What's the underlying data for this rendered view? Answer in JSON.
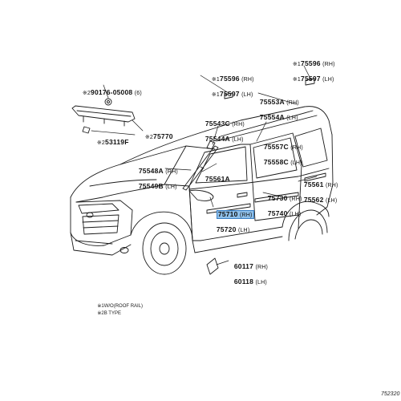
{
  "figure_code": "752320",
  "labels": {
    "p90176": {
      "mark": "※2",
      "part": "90176-05008",
      "suffix": "(6)"
    },
    "p53119f": {
      "mark": "※2",
      "part": "53119F",
      "suffix": ""
    },
    "p75770": {
      "mark": "※2",
      "part": "75770",
      "suffix": ""
    },
    "p75596a": {
      "mark": "※1",
      "part": "75596",
      "suffix": "(RH)"
    },
    "p75597a": {
      "mark": "※1",
      "part": "75597",
      "suffix": "(LH)"
    },
    "p75596b": {
      "mark": "※1",
      "part": "75596",
      "suffix": "(RH)"
    },
    "p75597b": {
      "mark": "※1",
      "part": "75597",
      "suffix": "(LH)"
    },
    "p75553a": {
      "part": "75553A",
      "suffix": "(RH)"
    },
    "p75554a": {
      "part": "75554A",
      "suffix": "(LH)"
    },
    "p75543c": {
      "part": "75543C",
      "suffix": "(RH)"
    },
    "p75544a": {
      "part": "75544A",
      "suffix": "(LH)"
    },
    "p75557c": {
      "part": "75557C",
      "suffix": "(RH)"
    },
    "p75558c": {
      "part": "75558C",
      "suffix": "(LH)"
    },
    "p75548a": {
      "part": "75548A",
      "suffix": "(RH)"
    },
    "p75549b": {
      "part": "75549B",
      "suffix": "(LH)"
    },
    "p75561a": {
      "part": "75561A",
      "suffix": ""
    },
    "p75561": {
      "part": "75561",
      "suffix": "(RH)"
    },
    "p75562": {
      "part": "75562",
      "suffix": "(LH)"
    },
    "p75730": {
      "part": "75730",
      "suffix": "(RH)"
    },
    "p75740": {
      "part": "75740",
      "suffix": "(LH)"
    },
    "p75710": {
      "part": "75710",
      "suffix": "(RH)"
    },
    "p75720": {
      "part": "75720",
      "suffix": "(LH)"
    },
    "p60117": {
      "part": "60117",
      "suffix": "(RH)"
    },
    "p60118": {
      "part": "60118",
      "suffix": "(LH)"
    }
  },
  "footnotes": [
    {
      "mark": "※1",
      "text": "W/O(ROOF RAIL)"
    },
    {
      "mark": "※2",
      "text": "B TYPE"
    }
  ],
  "colors": {
    "line": "#1a1a1a",
    "highlight": "#8fc0ea",
    "highlight_border": "#3a7fc4"
  }
}
